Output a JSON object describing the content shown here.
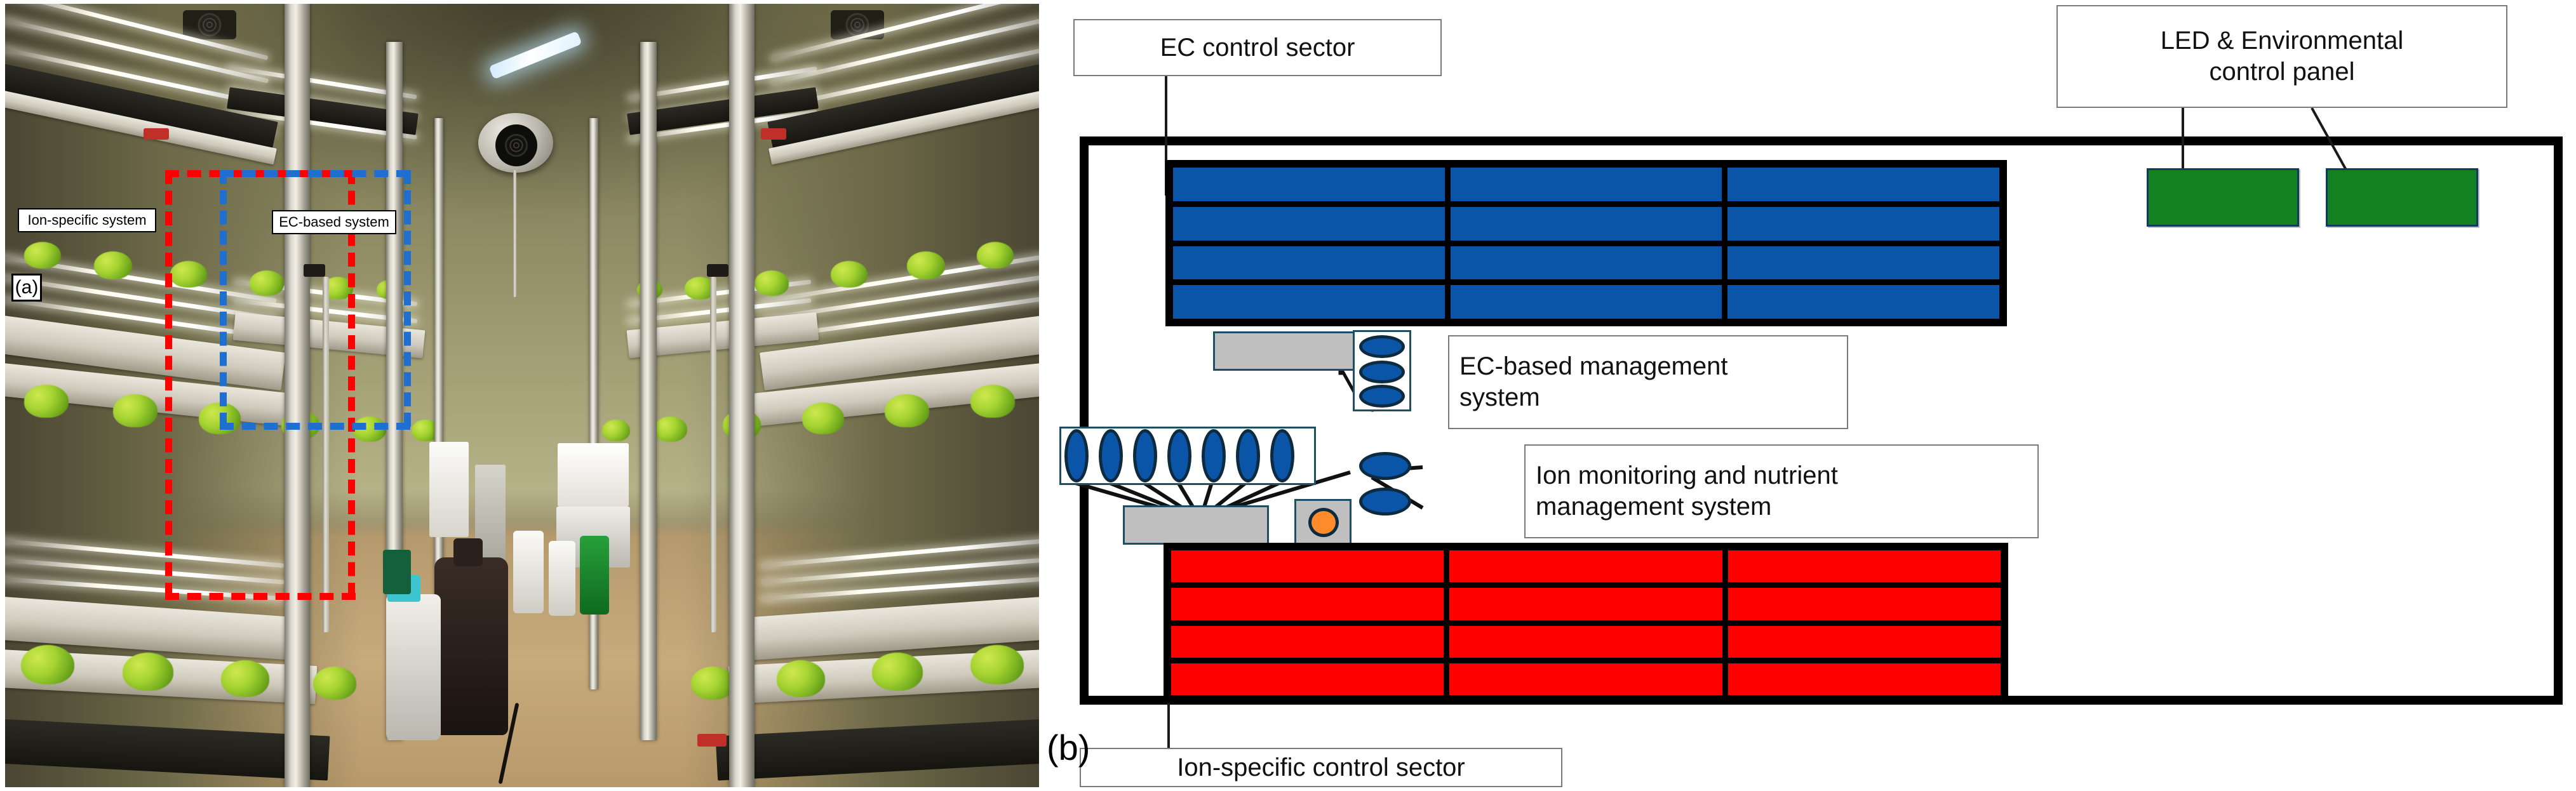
{
  "figure": {
    "panel_a": {
      "tag": "(a)",
      "labels": [
        {
          "id": "ion-specific-system",
          "text": "Ion-specific system"
        },
        {
          "id": "ec-based-system",
          "text": "EC-based system"
        }
      ],
      "annotations": [
        {
          "id": "ion-specific-region",
          "style": "red dotted rectangle",
          "color": "#ff0000"
        },
        {
          "id": "ec-based-region",
          "style": "blue dotted rectangle",
          "color": "#1f6fd0"
        }
      ],
      "scene": "vertical farm container aisle with lettuce on multi-tier racks, LED strip lighting, central nutrient equipment"
    },
    "panel_b": {
      "tag": "(b)",
      "callouts": {
        "ec_control_sector": "EC control sector",
        "led_env_control_panel": "LED & Environmental\ncontrol panel",
        "led_env_control_panel_line1": "LED & Environmental",
        "led_env_control_panel_line2": "control panel",
        "ec_based_management_system": "EC-based management\nsystem",
        "ec_based_management_system_line1": "EC-based management",
        "ec_based_management_system_line2": "system",
        "ion_monitoring_system": "Ion monitoring and nutrient\nmanagement system",
        "ion_monitoring_system_line1": "Ion monitoring and nutrient",
        "ion_monitoring_system_line2": "management system",
        "ion_specific_control_sector": "Ion-specific control sector"
      },
      "grids": {
        "ec_sector": {
          "rows": 4,
          "cols": 3,
          "color": "#0B55A8",
          "label": "EC control sector"
        },
        "ion_sector": {
          "rows": 4,
          "cols": 3,
          "color": "#FF0000",
          "label": "Ion-specific control sector"
        }
      },
      "green_panels": {
        "count": 2,
        "color": "#11821F",
        "label": "LED & Environmental control panel"
      },
      "ec_module": {
        "tank_color": "#BFBFBF",
        "reservoir_count": 3,
        "reservoir_color": "#0B55A8"
      },
      "ion_module": {
        "stock_solution_count": 7,
        "stock_solution_color": "#0B55A8",
        "mixing_tank_color": "#BFBFBF",
        "sensor_color": "#FF8B2B",
        "reservoir_count": 2,
        "reservoir_color": "#0B55A8"
      }
    }
  },
  "colors": {
    "blue": "#0B55A8",
    "red": "#FF0000",
    "green": "#11821F",
    "gray": "#BFBFBF",
    "orange": "#FF8B2B",
    "frame": "#000000"
  }
}
